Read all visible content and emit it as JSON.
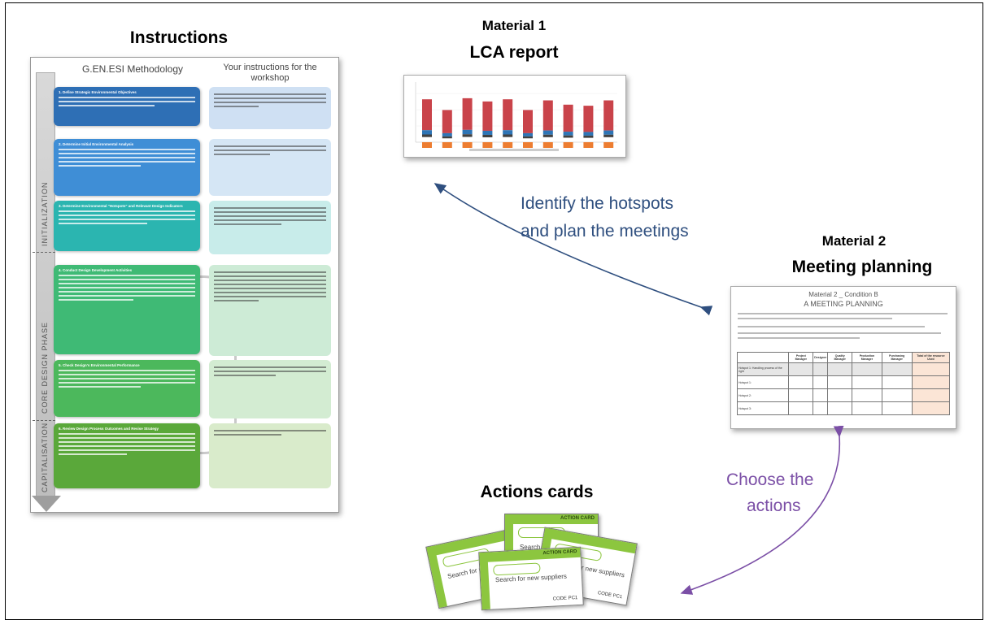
{
  "headings": {
    "instructions": "Instructions",
    "material1_line1": "Material 1",
    "material1_line2": "LCA report",
    "material2_line1": "Material 2",
    "material2_line2": "Meeting planning",
    "actions_cards": "Actions cards"
  },
  "arrows": {
    "hotspots_line1": "Identify the hotspots",
    "hotspots_line2": "and plan the meetings",
    "choose_line1": "Choose the",
    "choose_line2": "actions",
    "hotspots_color": "#2f4f7f",
    "choose_color": "#7b4fa6"
  },
  "document": {
    "col_left_title": "G.EN.ESI Methodology",
    "col_right_title_line1": "Your instructions for the",
    "col_right_title_line2": "workshop",
    "phases": [
      "INITIALIZATION",
      "CORE DESIGN PHASE",
      "CAPITALISATION"
    ],
    "steps": [
      {
        "title": "1. Define Strategic Environmental Objectives",
        "color": "#2e6fb5"
      },
      {
        "title": "2. Determine Initial Environmental Analysis",
        "color": "#3f8ed6"
      },
      {
        "title": "3. Determine Environmental \"Hotspots\" and Relevant Design Indicators",
        "color": "#2bb5b0"
      },
      {
        "title": "4. Conduct Design Development Activities",
        "color": "#3fba75"
      },
      {
        "title": "5. Check Design's Environmental Performance",
        "color": "#4cb85c"
      },
      {
        "title": "6. Review Design Process Outcomes and Revise Strategy",
        "color": "#5aa83a"
      }
    ],
    "instruction_colors": [
      "#cfe0f3",
      "#d5e6f5",
      "#c8ecea",
      "#cdebd6",
      "#d3ecd2",
      "#d9ebcb"
    ]
  },
  "meeting_planning": {
    "title": "Material 2 _ Condition B",
    "subtitle": "A meeting planning",
    "headers": [
      "",
      "Project Manager",
      "Designer",
      "Quality Manager",
      "Production Manager",
      "Purchasing Manager",
      "Total of the resource Used"
    ],
    "rows": [
      "Hotspot 1: Handling process of the right",
      "Hotspot 1:",
      "Hotspot 2:",
      "Hotspot 3:"
    ]
  },
  "action_card": {
    "label": "ACTION CARD",
    "text": "Search for new suppliers",
    "code": "CODE PC1"
  },
  "lca_chart": {
    "bar_count": 10,
    "colors": [
      "#c9434a",
      "#2e75b6",
      "#404040",
      "#ed7d31",
      "#a5a5a5"
    ]
  }
}
